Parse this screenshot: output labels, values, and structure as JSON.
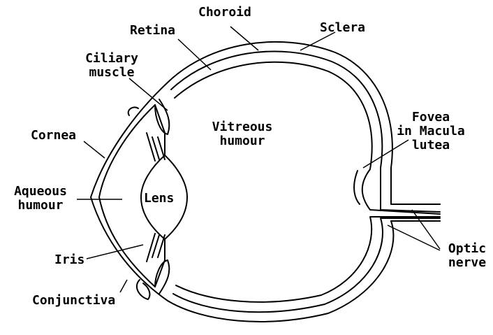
{
  "labels": {
    "choroid": "Choroid",
    "retina": "Retina",
    "sclera": "Sclera",
    "ciliary_line1": "Ciliary",
    "ciliary_line2": "muscle",
    "vitreous_line1": "Vitreous",
    "vitreous_line2": "humour",
    "fovea_line1": "Fovea",
    "fovea_line2": "in Macula",
    "fovea_line3": "lutea",
    "cornea": "Cornea",
    "aqueous_line1": "Aqueous",
    "aqueous_line2": "humour",
    "lens": "Lens",
    "iris": "Iris",
    "optic_line1": "Optic",
    "optic_line2": "nerve",
    "conjunctiva": "Conjunctiva"
  }
}
